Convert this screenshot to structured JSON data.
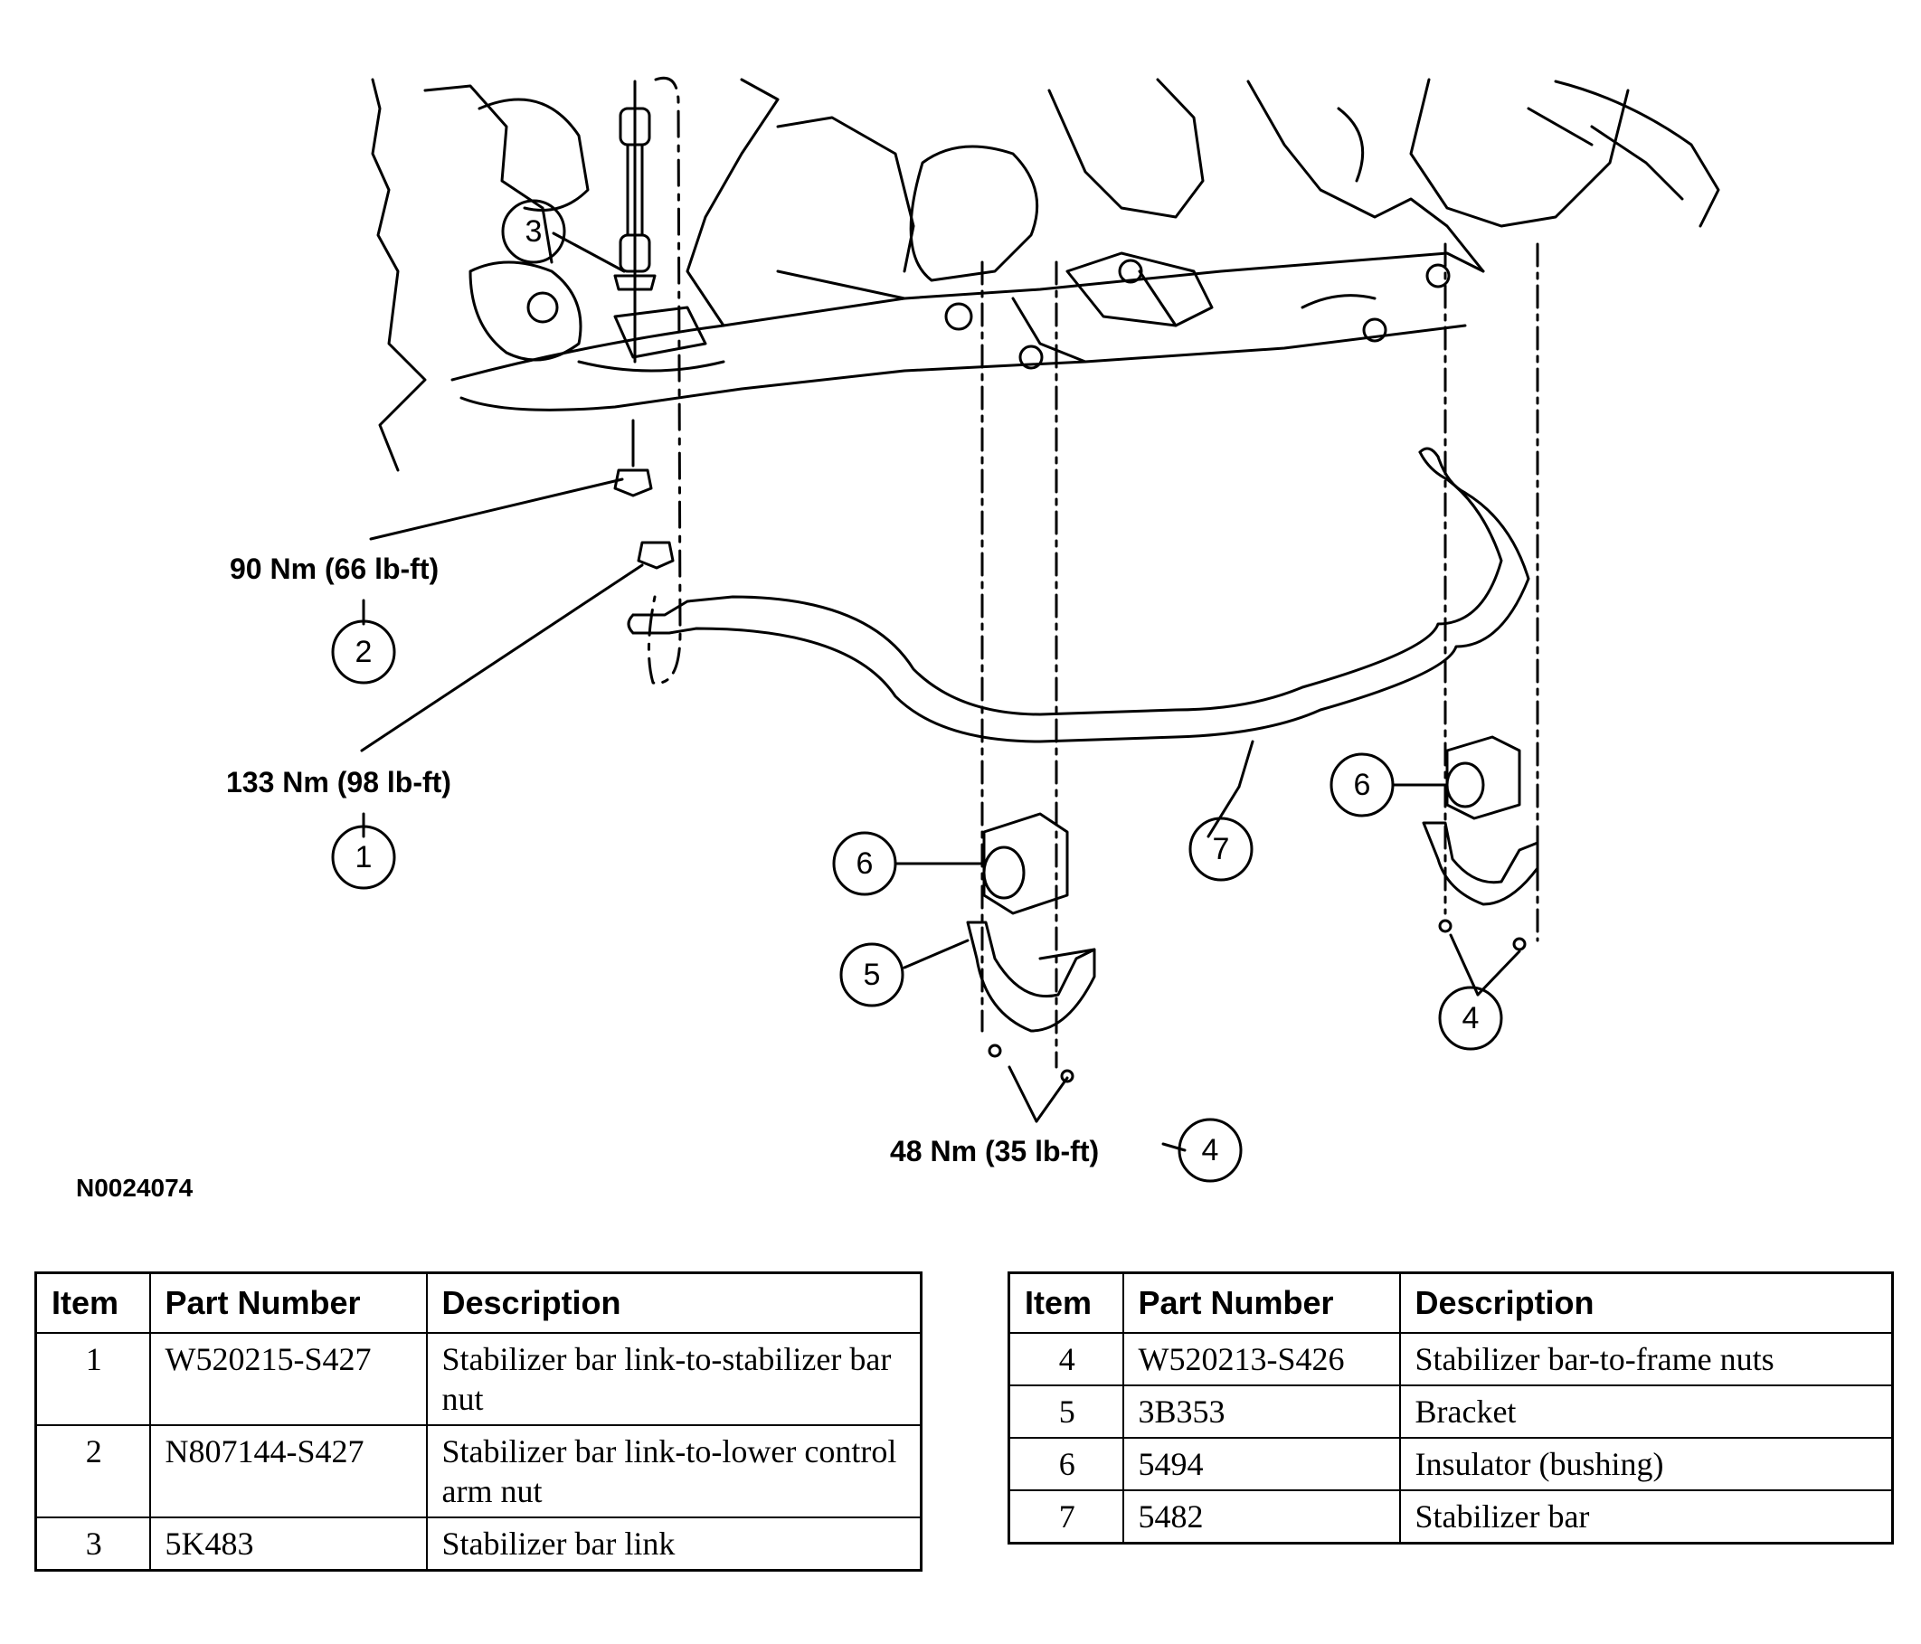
{
  "diagram": {
    "figure_id": "N0024074",
    "callouts": {
      "torque_2": "90 Nm (66 lb-ft)",
      "torque_1": "133 Nm (98 lb-ft)",
      "torque_4": "48 Nm (35 lb-ft)"
    },
    "bubbles": [
      "1",
      "2",
      "3",
      "4",
      "5",
      "6",
      "7"
    ]
  },
  "tables": {
    "headers": [
      "Item",
      "Part Number",
      "Description"
    ],
    "left_rows": [
      {
        "item": "1",
        "part": "W520215-S427",
        "desc": "Stabilizer bar link-to-stabilizer bar nut"
      },
      {
        "item": "2",
        "part": "N807144-S427",
        "desc": "Stabilizer bar link-to-lower control arm nut"
      },
      {
        "item": "3",
        "part": "5K483",
        "desc": "Stabilizer bar link"
      }
    ],
    "right_rows": [
      {
        "item": "4",
        "part": "W520213-S426",
        "desc": "Stabilizer bar-to-frame nuts"
      },
      {
        "item": "5",
        "part": "3B353",
        "desc": "Bracket"
      },
      {
        "item": "6",
        "part": "5494",
        "desc": "Insulator (bushing)"
      },
      {
        "item": "7",
        "part": "5482",
        "desc": "Stabilizer bar"
      }
    ]
  }
}
